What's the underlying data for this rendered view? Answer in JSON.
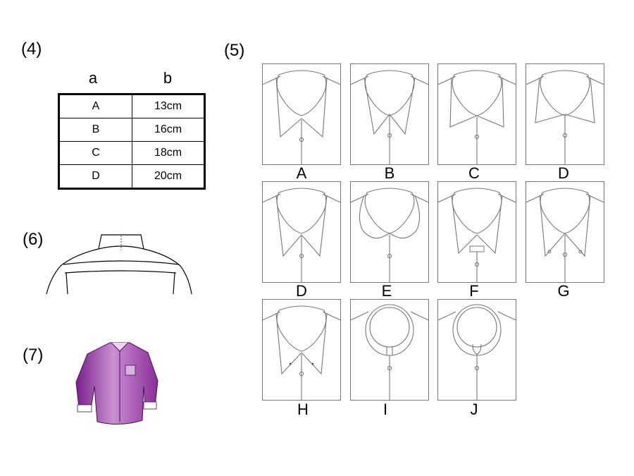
{
  "labels": {
    "s4": "(4)",
    "s5": "(5)",
    "s6": "(6)",
    "s7": "(7)"
  },
  "table": {
    "headers": [
      "a",
      "b"
    ],
    "rows": [
      [
        "A",
        "13cm"
      ],
      [
        "B",
        "16cm"
      ],
      [
        "C",
        "18cm"
      ],
      [
        "D",
        "20cm"
      ]
    ]
  },
  "collars": [
    {
      "label": "A",
      "style": "regular"
    },
    {
      "label": "B",
      "style": "narrow-point"
    },
    {
      "label": "C",
      "style": "wide-spread"
    },
    {
      "label": "D",
      "style": "cutaway"
    },
    {
      "label": "D",
      "style": "regular-long"
    },
    {
      "label": "E",
      "style": "round"
    },
    {
      "label": "F",
      "style": "tab"
    },
    {
      "label": "G",
      "style": "button-down"
    },
    {
      "label": "H",
      "style": "pinhole"
    },
    {
      "label": "I",
      "style": "band"
    },
    {
      "label": "J",
      "style": "band-open"
    }
  ],
  "colors": {
    "line": "#777777",
    "stitch": "#d04040",
    "shirt": "#9a3aa8"
  }
}
